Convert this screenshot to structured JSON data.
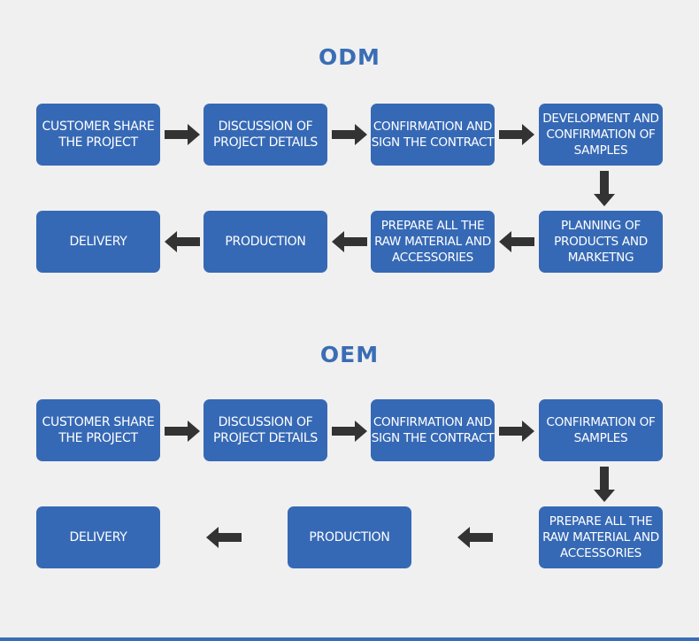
{
  "odm": {
    "title": "ODM",
    "steps": [
      "CUSTOMER SHARE\nTHE PROJECT",
      "DISCUSSION OF\nPROJECT DETAILS",
      "CONFIRMATION AND\nSIGN THE CONTRACT",
      "DEVELOPMENT AND\nCONFIRMATION OF\nSAMPLES",
      "PLANNING OF\nPRODUCTS AND\nMARKETNG",
      "PREPARE ALL THE\nRAW MATERIAL AND\nACCESSORIES",
      "PRODUCTION",
      "DELIVERY"
    ]
  },
  "oem": {
    "title": "OEM",
    "steps": [
      "CUSTOMER SHARE\nTHE PROJECT",
      "DISCUSSION OF\nPROJECT DETAILS",
      "CONFIRMATION AND\nSIGN THE CONTRACT",
      "CONFIRMATION OF\nSAMPLES",
      "PREPARE ALL THE\nRAW MATERIAL AND\nACCESSORIES",
      "PRODUCTION",
      "DELIVERY"
    ]
  },
  "colors": {
    "box": "#3669b5",
    "title": "#3a6db5",
    "arrow": "#333333",
    "background": "#f0f0f0"
  }
}
